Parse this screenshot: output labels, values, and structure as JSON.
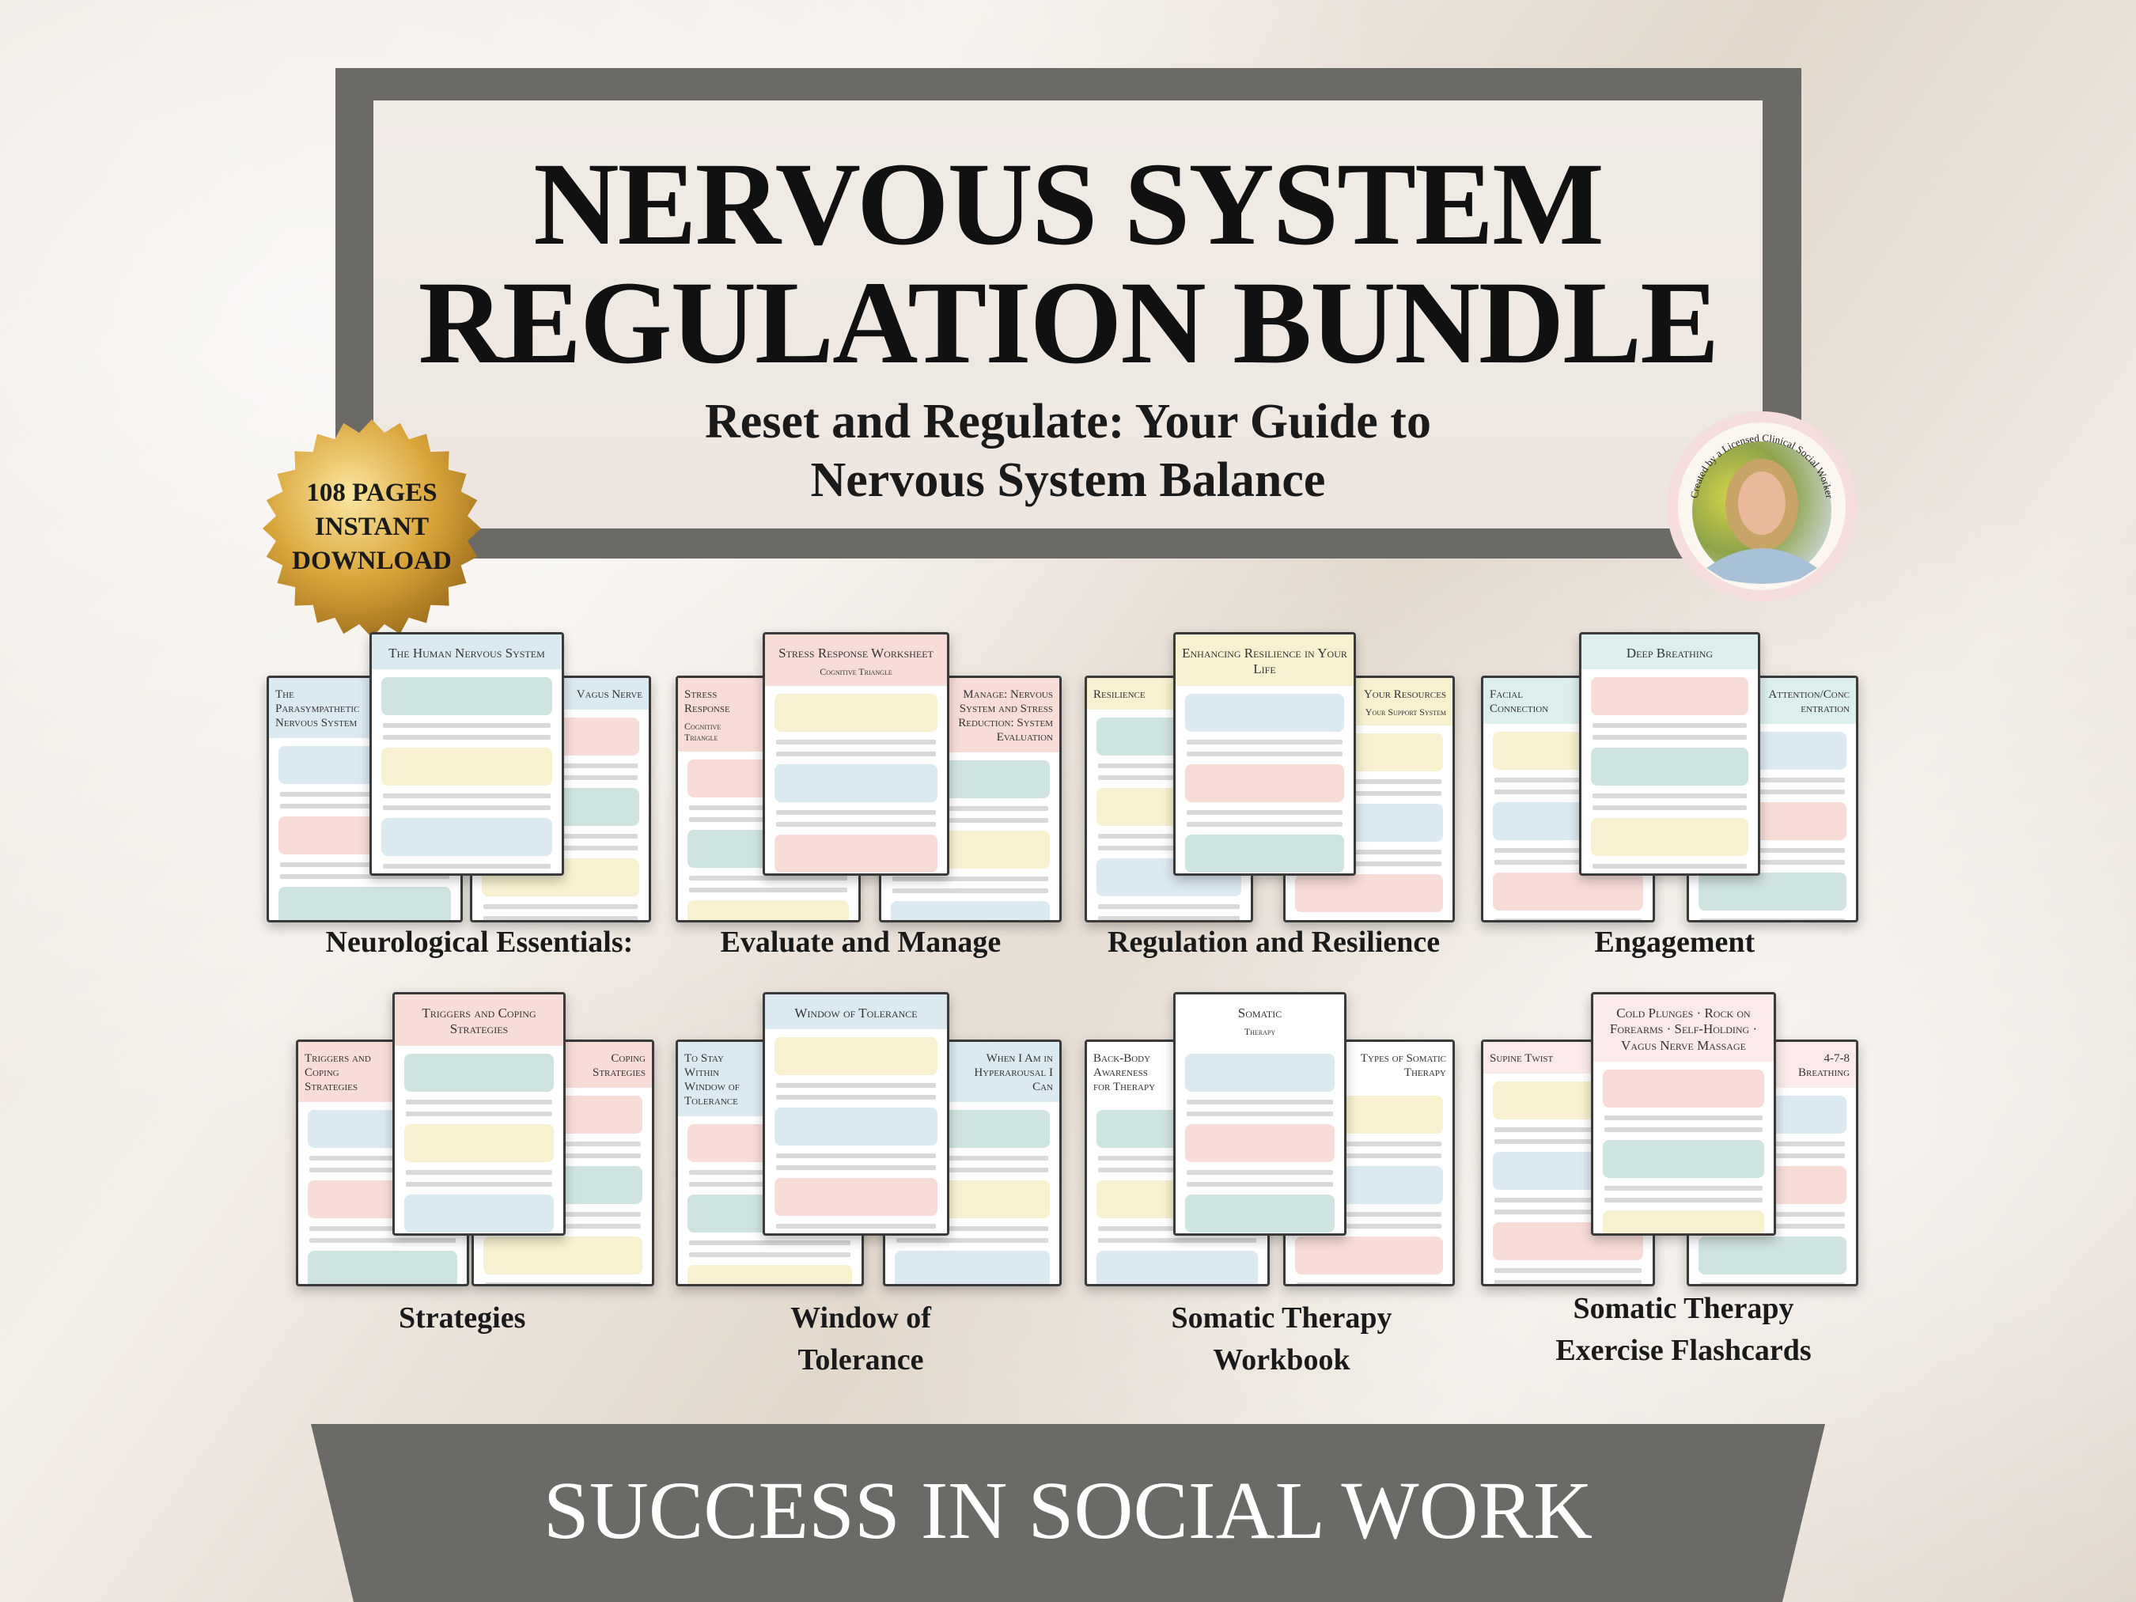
{
  "header": {
    "title_line1": "NERVOUS SYSTEM",
    "title_line2": "REGULATION BUNDLE",
    "subtitle_line1": "Reset and Regulate: Your Guide to",
    "subtitle_line2": "Nervous System Balance"
  },
  "seal": {
    "line1": "108 PAGES",
    "line2": "INSTANT",
    "line3": "DOWNLOAD"
  },
  "avatar": {
    "caption": "Created by a Licensed Clinical Social Worker"
  },
  "colors": {
    "frame": "#6b6a66",
    "pink": "#f8dcd8",
    "blue": "#dbe9f1",
    "teal": "#cfe3e0",
    "yellow": "#f7f1cf",
    "gold": "#d9a53a"
  },
  "groups": [
    {
      "label": "Neurological Essentials:",
      "pages": [
        {
          "title": "The Parasympathetic Nervous System",
          "color": "#dbe9f1"
        },
        {
          "title": "Vagus Nerve",
          "color": "#dbe9f1"
        },
        {
          "title": "The Human Nervous System",
          "color": "#dbe9f1"
        }
      ]
    },
    {
      "label": "Evaluate and Manage",
      "pages": [
        {
          "title": "Stress Response",
          "subtitle": "Cognitive Triangle",
          "color": "#f8dcd8"
        },
        {
          "title": "Manage: Nervous System and Stress Reduction: System Evaluation",
          "color": "#f8dcd8"
        },
        {
          "title": "Stress Response Worksheet",
          "subtitle": "Cognitive Triangle",
          "color": "#f8dcd8"
        }
      ]
    },
    {
      "label": "Regulation and Resilience",
      "pages": [
        {
          "title": "Resilience",
          "color": "#f7f1cf"
        },
        {
          "title": "Your Resources",
          "subtitle": "Your Support System",
          "color": "#f7f1cf"
        },
        {
          "title": "Enhancing Resilience in Your Life",
          "color": "#f7f1cf"
        }
      ]
    },
    {
      "label": "Engagement",
      "pages": [
        {
          "title": "Facial Connection",
          "color": "#dcefec"
        },
        {
          "title": "Attention/Concentration",
          "color": "#dcefec"
        },
        {
          "title": "Deep Breathing",
          "color": "#dcefec"
        }
      ]
    },
    {
      "label": "Strategies",
      "pages": [
        {
          "title": "Triggers and Coping Strategies",
          "color": "#f8dcd8"
        },
        {
          "title": "Coping Strategies",
          "color": "#f8dcd8"
        },
        {
          "title": "Triggers and Coping Strategies",
          "color": "#f8dcd8"
        }
      ]
    },
    {
      "label": "Window of Tolerance",
      "pages": [
        {
          "title": "To Stay Within Window of Tolerance",
          "color": "#dbe9f1"
        },
        {
          "title": "When I Am in Hyperarousal I Can",
          "color": "#dbe9f1"
        },
        {
          "title": "Window of Tolerance",
          "color": "#dbe9f1"
        }
      ]
    },
    {
      "label": "Somatic Therapy Workbook",
      "pages": [
        {
          "title": "Back-Body Awareness for Therapy",
          "color": "#ffffff"
        },
        {
          "title": "Types of Somatic Therapy",
          "color": "#ffffff"
        },
        {
          "title": "Somatic",
          "subtitle": "Therapy",
          "color": "#ffffff"
        }
      ]
    },
    {
      "label": "Somatic Therapy Exercise Flashcards",
      "pages": [
        {
          "title": "Supine Twist",
          "color": "#fbeaea"
        },
        {
          "title": "4-7-8 Breathing",
          "color": "#fbeaea"
        },
        {
          "title": "Cold Plunges · Rock on Forearms · Self-Holding · Vagus Nerve Massage",
          "color": "#fbeaea"
        }
      ]
    }
  ],
  "footer": {
    "banner_text": "SUCCESS IN SOCIAL WORK"
  }
}
